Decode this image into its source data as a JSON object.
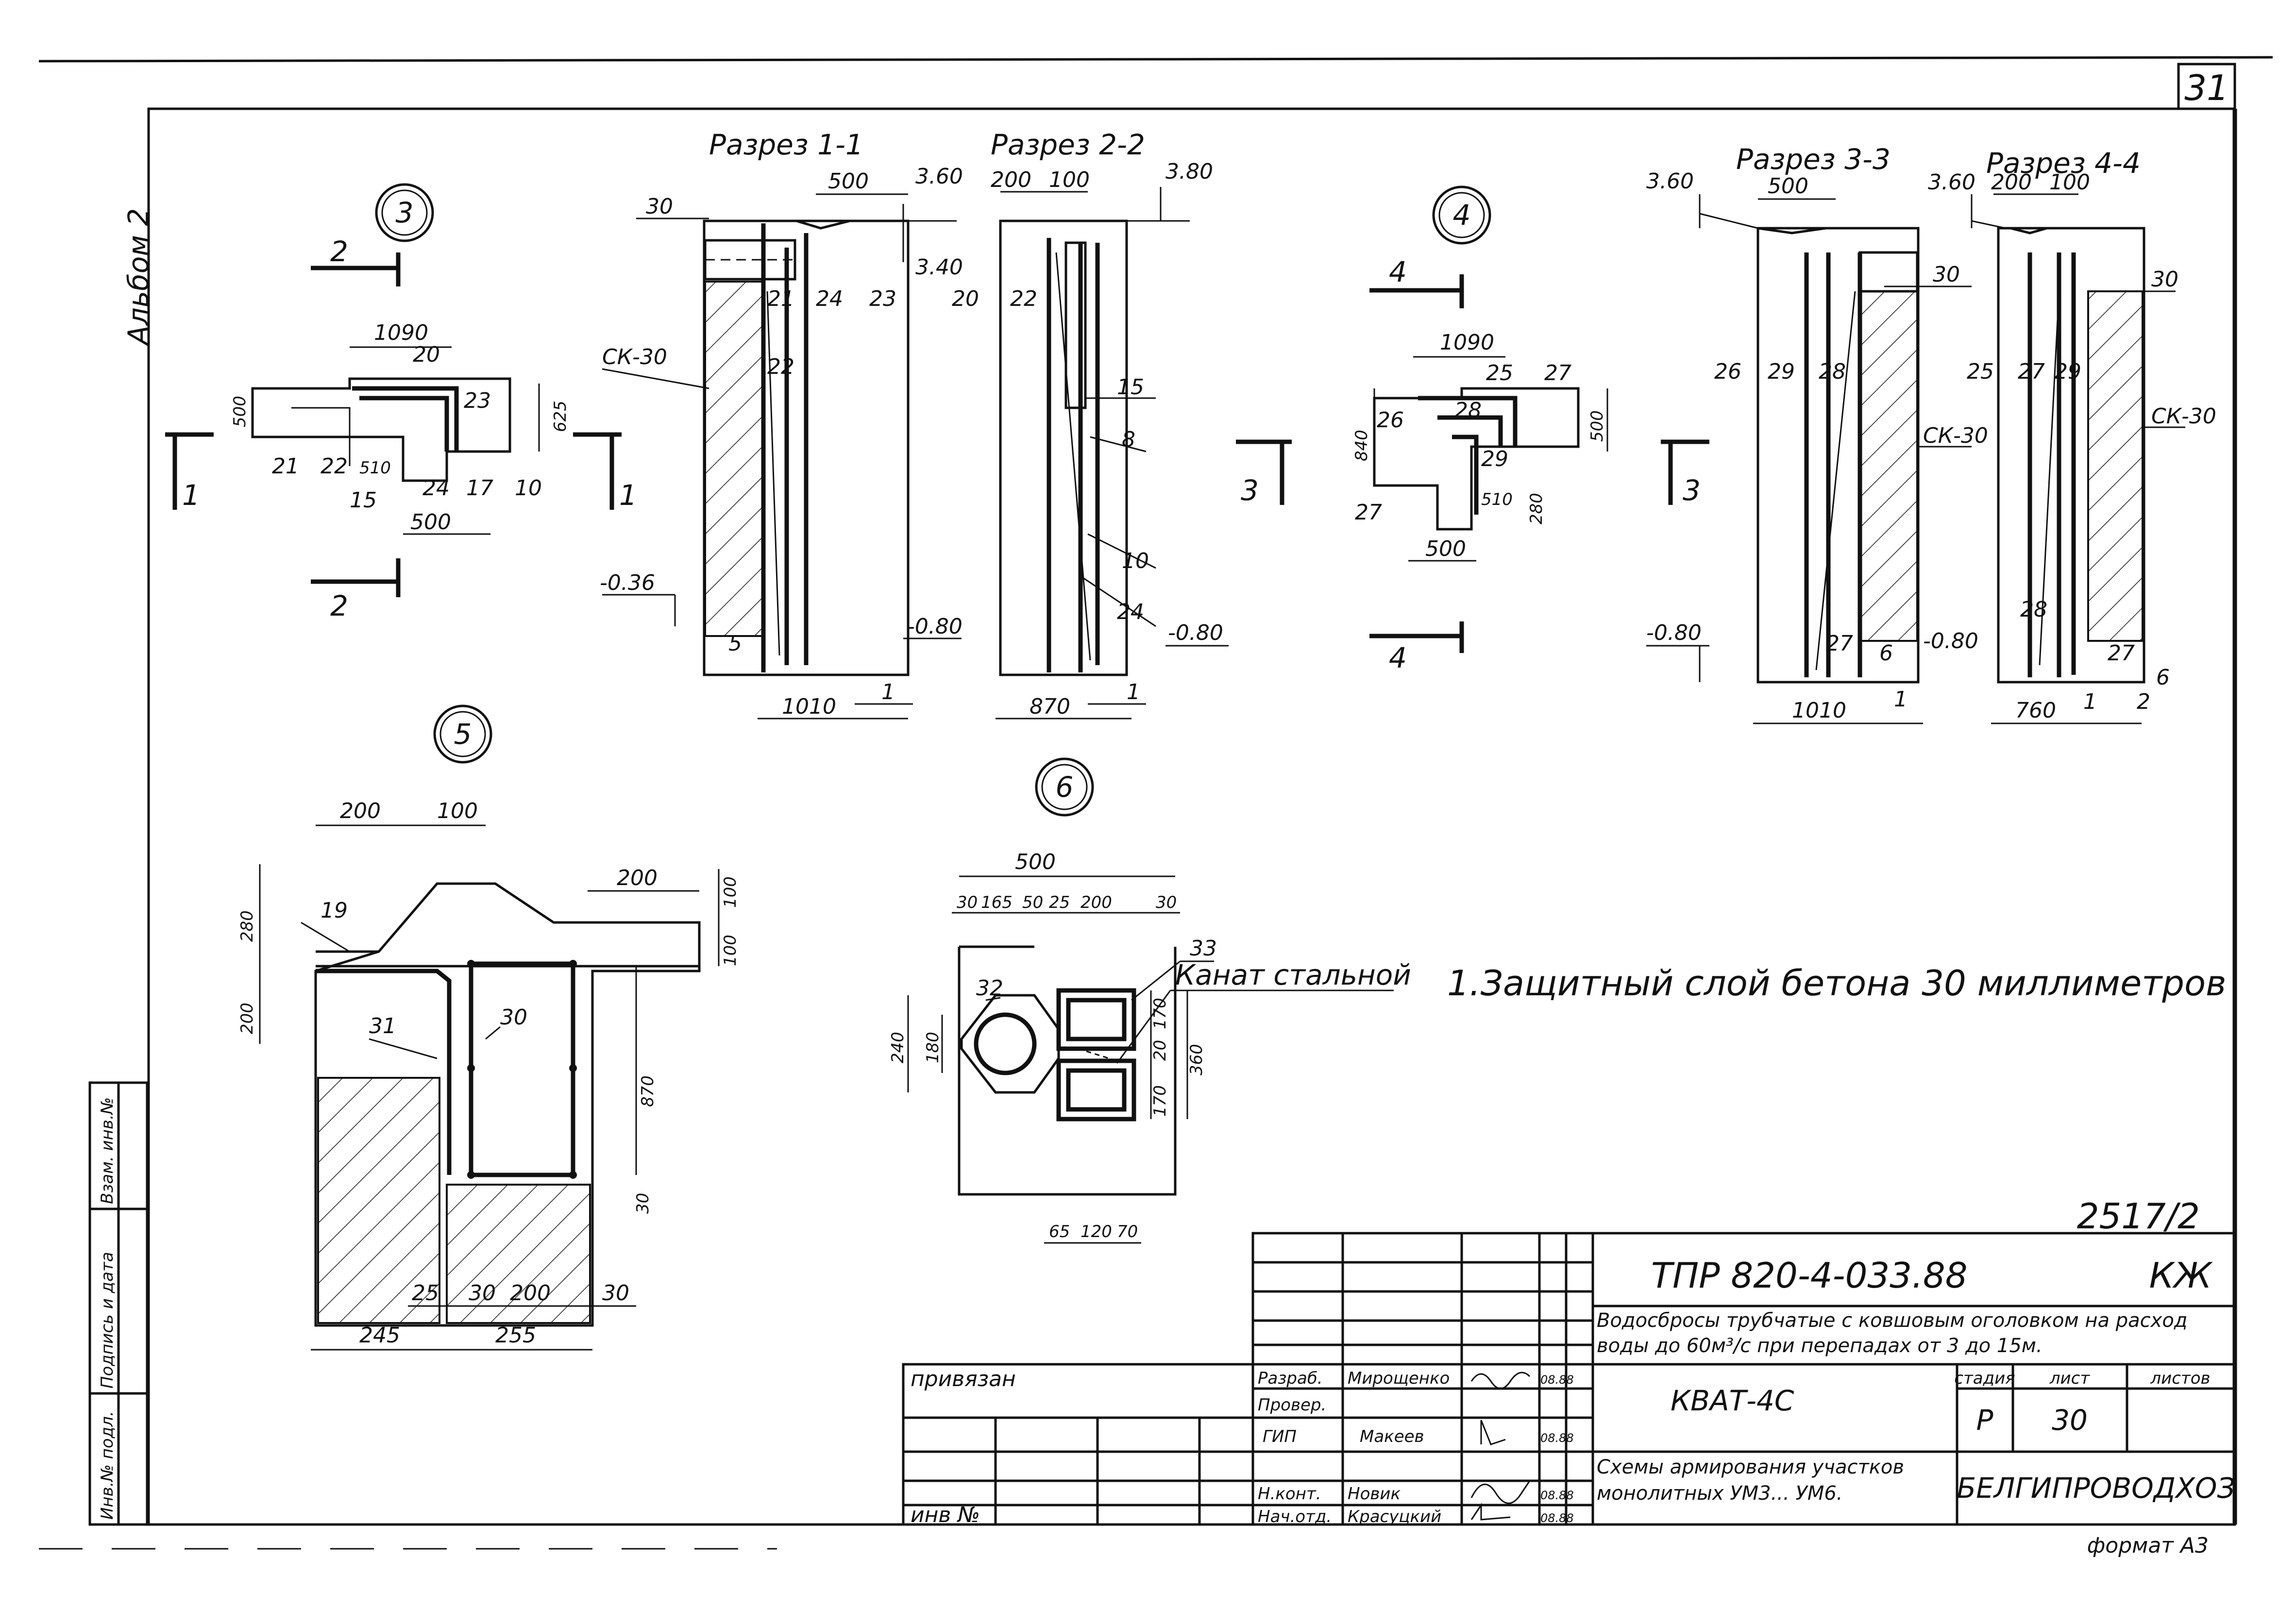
{
  "sheet": {
    "number": "31",
    "album": "Альбом 2",
    "format": "формат А3",
    "stamp_code": "2517/2"
  },
  "node_3": {
    "marker": "3",
    "cut_2": "2",
    "cut_1": "1",
    "dims": {
      "width": "1090",
      "left_h": "500",
      "right_h": "625",
      "bottom": "500",
      "inner": "510"
    },
    "labels": [
      "20",
      "21",
      "22",
      "23",
      "24",
      "15",
      "17",
      "10"
    ]
  },
  "section_1_1": {
    "title": "Разрез 1-1",
    "dims": {
      "top": "500",
      "bottom": "1010"
    },
    "levels": {
      "top": "3.60",
      "mid": "3.40",
      "low": "-0.36",
      "bottom": "-0.80"
    },
    "labels": {
      "a": "30",
      "b": "СК-30",
      "c": "21",
      "d": "24",
      "e": "23",
      "f": "22",
      "g": "5",
      "h": "1"
    }
  },
  "section_2_2": {
    "title": "Разрез 2-2",
    "dims": {
      "top_a": "200",
      "top_b": "100",
      "bottom": "870"
    },
    "levels": {
      "top": "3.80",
      "bottom": "-0.80"
    },
    "labels": {
      "a": "20",
      "b": "22",
      "c": "15",
      "d": "8",
      "e": "10",
      "f": "24",
      "g": "1"
    }
  },
  "node_4": {
    "marker": "4",
    "cut_4": "4",
    "cut_3": "3",
    "dims": {
      "width": "1090",
      "left_h": "840",
      "right_h": "500",
      "bottom": "500",
      "inner": "510",
      "inner_h": "280"
    },
    "labels": [
      "25",
      "27",
      "28",
      "26",
      "29",
      "27"
    ]
  },
  "section_3_3": {
    "title": "Разрез 3-3",
    "dims": {
      "top": "500",
      "bottom": "1010"
    },
    "levels": {
      "top": "3.60",
      "bottom": "-0.80",
      "right": "-0.80"
    },
    "labels": {
      "a": "30",
      "b": "26",
      "c": "29",
      "d": "28",
      "e": "СК-30",
      "f": "27",
      "g": "6",
      "h": "1"
    }
  },
  "section_4_4": {
    "title": "Разрез 4-4",
    "dims": {
      "top_a": "200",
      "top_b": "100",
      "bottom": "760"
    },
    "levels": {
      "top": "3.60"
    },
    "labels": {
      "a": "30",
      "b": "25",
      "c": "27",
      "d": "29",
      "e": "СК-30",
      "f": "28",
      "g": "27",
      "h": "6",
      "i": "1",
      "j": "2"
    }
  },
  "node_5": {
    "marker": "5",
    "dims": {
      "top_a": "200",
      "top_b": "100",
      "right": "200",
      "v_a": "280",
      "v_b": "200",
      "v_c": "100",
      "v_d": "100",
      "mid_v": "870",
      "low_v": "30",
      "b1": "25",
      "b2": "30",
      "b3": "200",
      "b4": "30",
      "total_a": "245",
      "total_b": "255"
    },
    "labels": {
      "a": "19",
      "b": "31",
      "c": "30"
    }
  },
  "node_6": {
    "marker": "6",
    "dims": {
      "width": "500",
      "d1": "30",
      "d2": "165",
      "d3": "50",
      "d4": "25",
      "d5": "200",
      "d6": "30",
      "left_h": "240",
      "circle_h": "180",
      "right_a": "170",
      "right_b": "20",
      "right_c": "170",
      "right_total": "360",
      "b1": "65",
      "b2": "120",
      "b3": "70"
    },
    "labels": {
      "a": "33",
      "b": "32"
    },
    "rope": "Канат стальной"
  },
  "note": "1.Защитный слой бетона 30 миллиметров",
  "title_block": {
    "doc_code": "ТПР 820-4-033.88",
    "mark": "КЖ",
    "subject": "Водосбросы трубчатые с ковшовым оголовком на расход воды до 60м³/с при перепадах от 3 до 15м.",
    "object": "КВАТ-4С",
    "sheet_title": "Схемы армирования участков монолитных УМ3... УМ6.",
    "org": "БЕЛГИПРОВОДХОЗ",
    "head_stage": "стадия",
    "head_sheet": "лист",
    "head_sheets": "листов",
    "stage": "Р",
    "sheet_no": "30",
    "tied": "привязан",
    "inv": "инв №",
    "rows": [
      {
        "role": "Разраб.",
        "name": "Мирощенко",
        "date": "08.88"
      },
      {
        "role": "Провер.",
        "name": "",
        "date": ""
      },
      {
        "role": "ГИП",
        "name": "Макеев",
        "date": "08.88"
      },
      {
        "role": "",
        "name": "",
        "date": ""
      },
      {
        "role": "Н.конт.",
        "name": "Новик",
        "date": "08.88"
      },
      {
        "role": "Нач.отд.",
        "name": "Красуцкий",
        "date": "08.88"
      }
    ],
    "side": [
      "Инв.№ подл.",
      "Подпись и дата",
      "Взам. инв.№"
    ]
  }
}
